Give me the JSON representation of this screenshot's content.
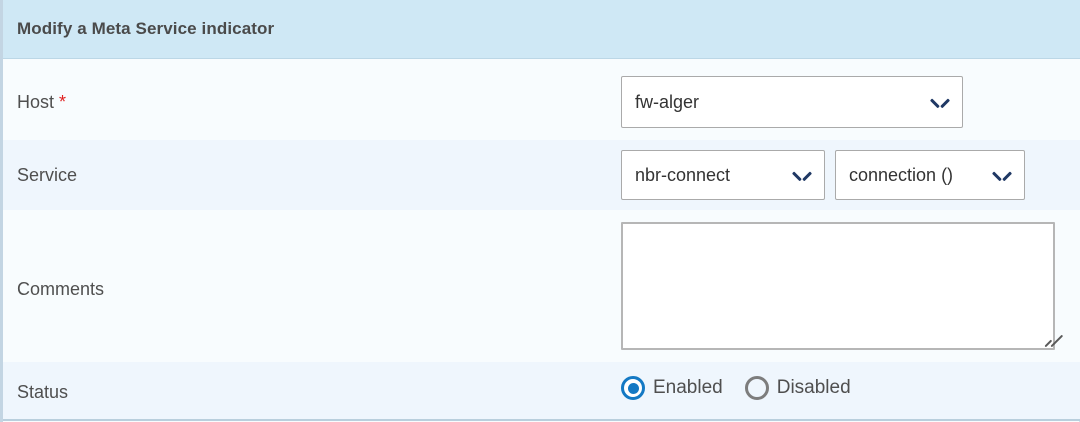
{
  "header": {
    "title": "Modify a Meta Service indicator",
    "background_color": "#cfe8f5"
  },
  "form": {
    "rows": [
      {
        "label": "Host",
        "required": true,
        "required_marker": "*",
        "control": "select",
        "value": "fw-alger"
      },
      {
        "label": "Service",
        "required": false,
        "control": "select-pair",
        "service_value": "nbr-connect",
        "metric_value": "connection ()"
      },
      {
        "label": "Comments",
        "required": false,
        "control": "textarea",
        "value": "",
        "placeholder": ""
      },
      {
        "label": "Status",
        "required": false,
        "control": "radio-group",
        "options": [
          {
            "label": "Enabled",
            "checked": true
          },
          {
            "label": "Disabled",
            "checked": false
          }
        ],
        "selected": "Enabled"
      }
    ]
  },
  "icons": {
    "dropdown_chevron": "chevron-down-icon",
    "resize_handle": "resize-grip-icon"
  },
  "colors": {
    "header_bg": "#cfe8f5",
    "row_light": "#f8fcfe",
    "row_tinted": "#eff6fd",
    "required_star": "#e02020",
    "radio_checked": "#1479c4",
    "radio_unchecked": "#7d7d7d",
    "chevron": "#1f3864",
    "label_text": "#4f4f4f",
    "title_text": "#4a4a4a"
  }
}
